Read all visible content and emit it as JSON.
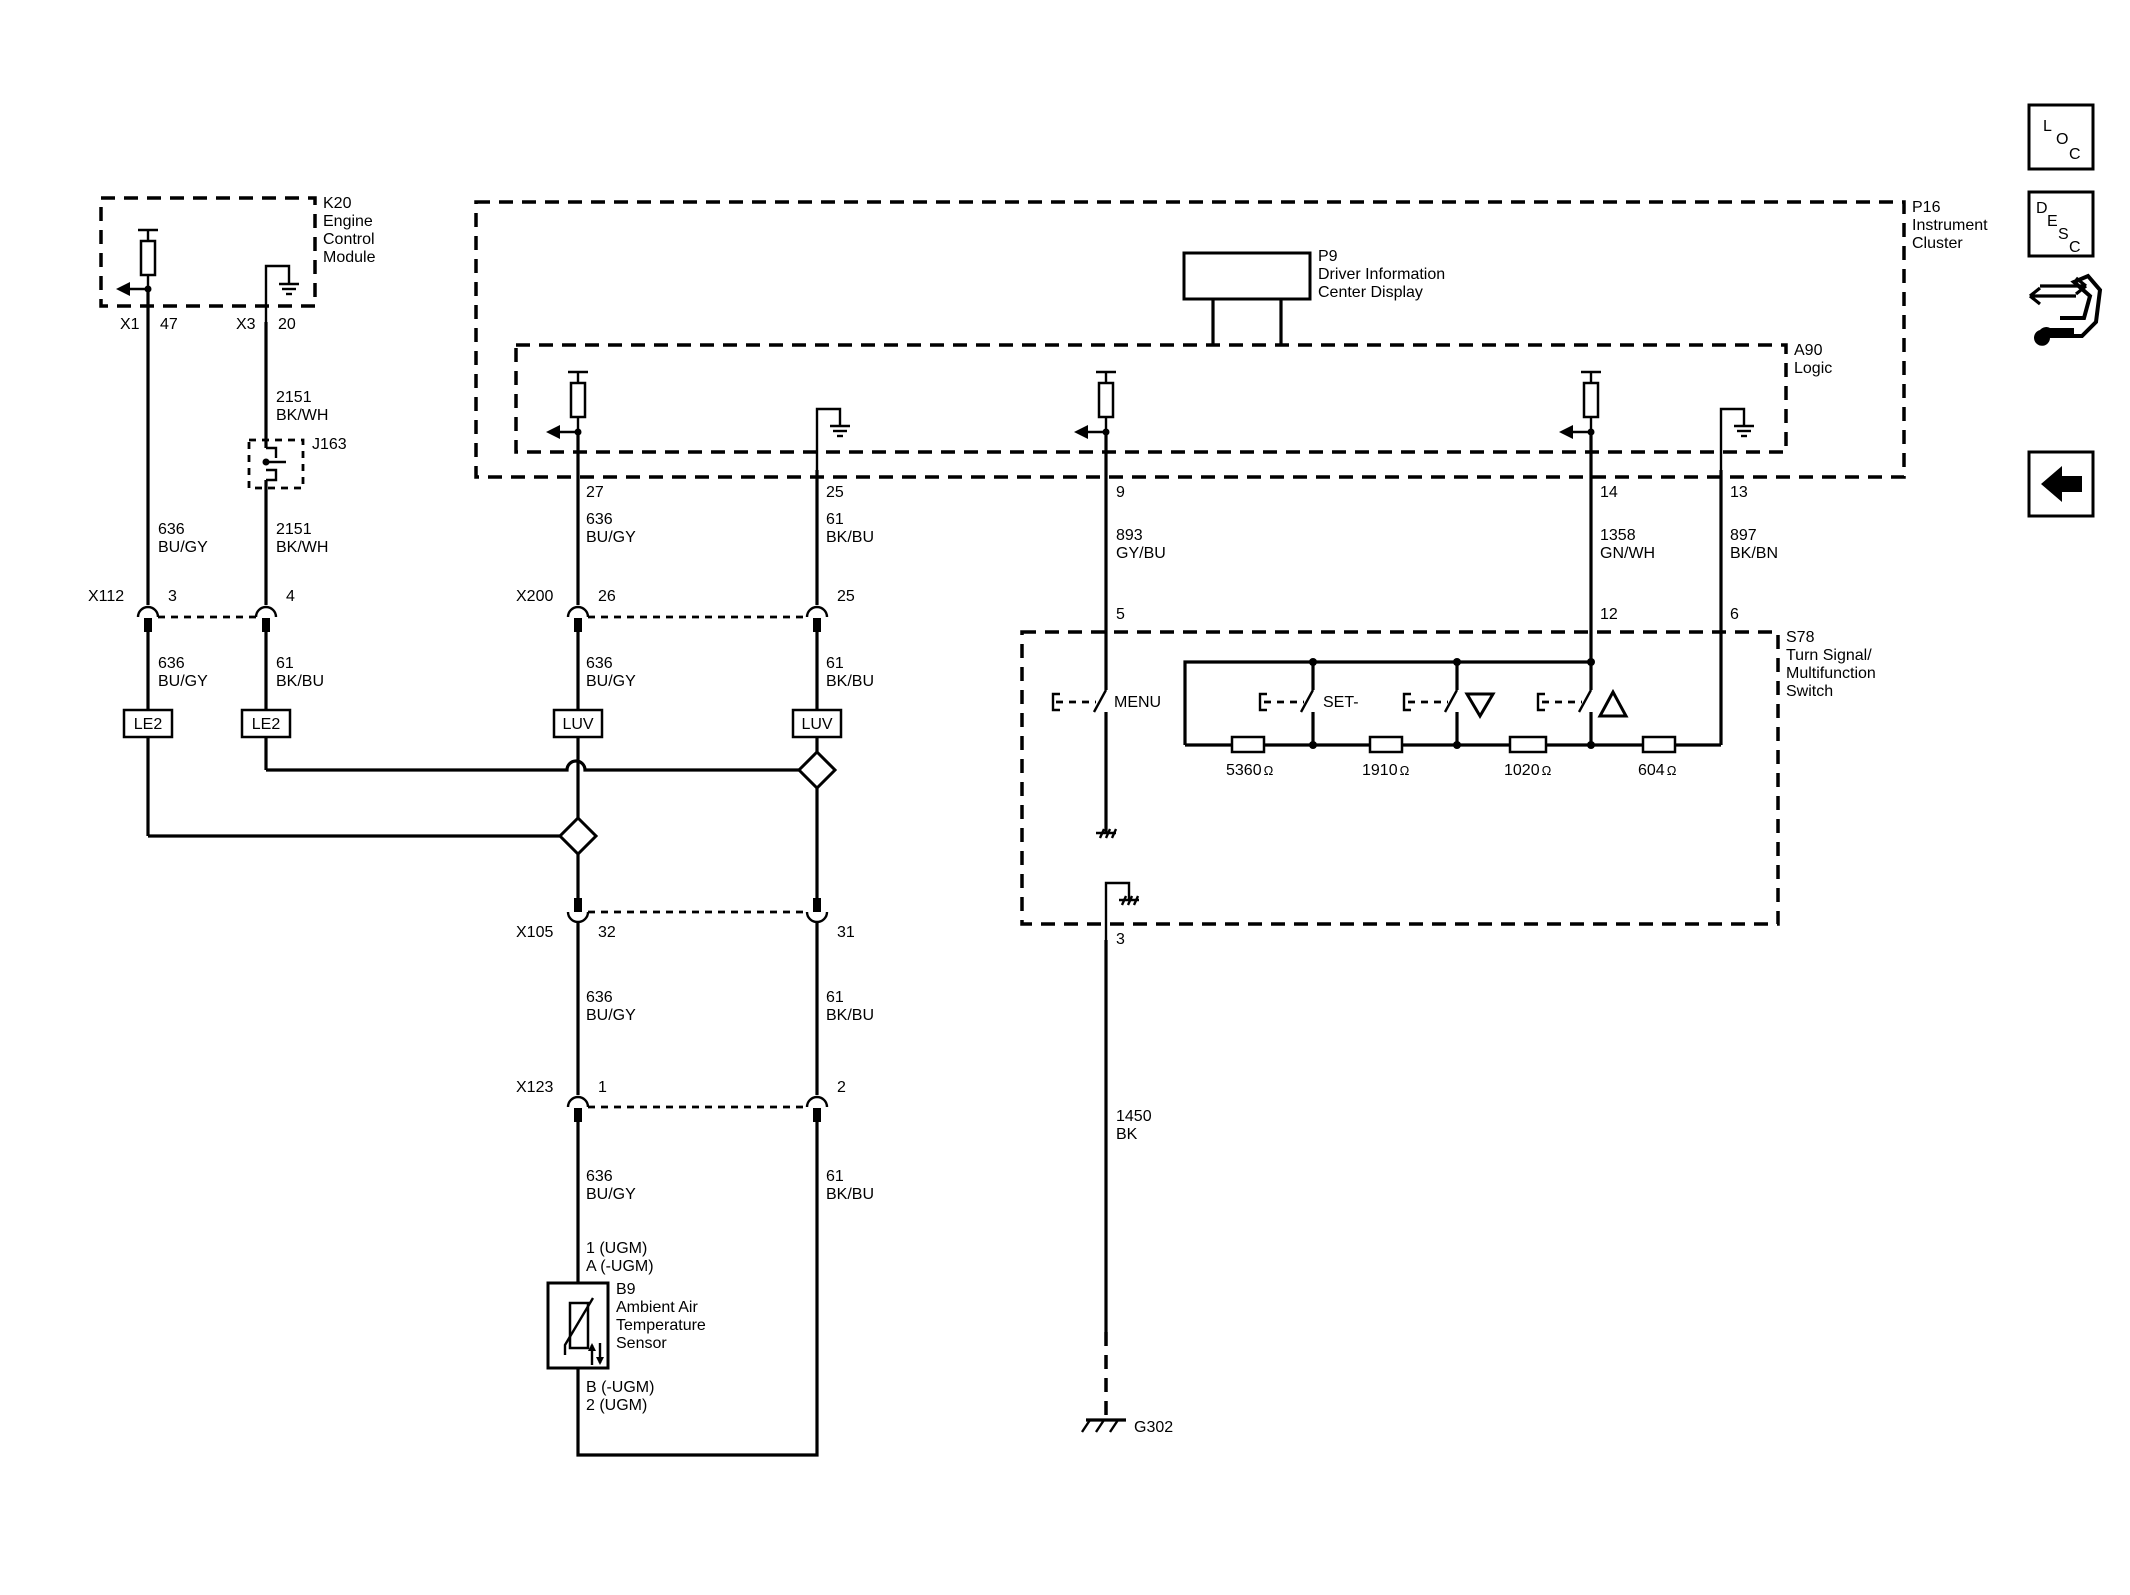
{
  "modules": {
    "k20": {
      "id": "K20",
      "lines": [
        "Engine",
        "Control",
        "Module"
      ]
    },
    "p16": {
      "id": "P16",
      "lines": [
        "Instrument",
        "Cluster"
      ]
    },
    "p9": {
      "id": "P9",
      "lines": [
        "Driver Information",
        "Center Display"
      ]
    },
    "a90": {
      "id": "A90",
      "lines": [
        "Logic"
      ]
    },
    "s78": {
      "id": "S78",
      "lines": [
        "Turn Signal/",
        "Multifunction",
        "Switch"
      ]
    },
    "b9": {
      "id": "B9",
      "lines": [
        "Ambient Air",
        "Temperature",
        "Sensor"
      ]
    },
    "j163": {
      "id": "J163"
    },
    "g302": {
      "id": "G302"
    }
  },
  "connectors": {
    "x1": "X1",
    "x3": "X3",
    "x112": "X112",
    "x200": "X200",
    "x105": "X105",
    "x123": "X123"
  },
  "pins": {
    "k20_x1": "47",
    "k20_x3": "20",
    "x112_a": "3",
    "x112_b": "4",
    "p16_27": "27",
    "p16_25": "25",
    "p16_9": "9",
    "p16_14": "14",
    "p16_13": "13",
    "x200_a": "26",
    "x200_b": "25",
    "s78_5": "5",
    "s78_12": "12",
    "s78_6": "6",
    "s78_3": "3",
    "x105_a": "32",
    "x105_b": "31",
    "x123_a": "1",
    "x123_b": "2",
    "b9_top1": "1 (UGM)",
    "b9_top2": "A  (-UGM)",
    "b9_bot1": "B (-UGM)",
    "b9_bot2": "2 (UGM)"
  },
  "wires": {
    "w_k20_x3": {
      "num": "2151",
      "color": "BK/WH"
    },
    "w_j163_x112": {
      "num": "2151",
      "color": "BK/WH"
    },
    "w_k20_x1": {
      "num": "636",
      "color": "BU/GY"
    },
    "w_x112_3": {
      "num": "636",
      "color": "BU/GY"
    },
    "w_x112_4": {
      "num": "61",
      "color": "BK/BU"
    },
    "w_p16_27": {
      "num": "636",
      "color": "BU/GY"
    },
    "w_p16_25": {
      "num": "61",
      "color": "BK/BU"
    },
    "w_x200_26": {
      "num": "636",
      "color": "BU/GY"
    },
    "w_x200_25": {
      "num": "61",
      "color": "BK/BU"
    },
    "w_p16_9": {
      "num": "893",
      "color": "GY/BU"
    },
    "w_p16_14": {
      "num": "1358",
      "color": "GN/WH"
    },
    "w_p16_13": {
      "num": "897",
      "color": "BK/BN"
    },
    "w_x105_32": {
      "num": "636",
      "color": "BU/GY"
    },
    "w_x105_31": {
      "num": "61",
      "color": "BK/BU"
    },
    "w_x123_1": {
      "num": "636",
      "color": "BU/GY"
    },
    "w_x123_2": {
      "num": "61",
      "color": "BK/BU"
    },
    "w_ground": {
      "num": "1450",
      "color": "BK"
    }
  },
  "splices": {
    "le2a": "LE2",
    "le2b": "LE2",
    "luva": "LUV",
    "luvb": "LUV"
  },
  "switches": {
    "menu": "MENU",
    "set": "SET-"
  },
  "resistors": {
    "r1": "5360",
    "r2": "1910",
    "r3": "1020",
    "r4": "604",
    "unit": "Ω"
  },
  "nav": {
    "loc": {
      "l1": "L",
      "l2": "O",
      "l3": "C"
    },
    "desc": {
      "l1": "D",
      "l2": "E",
      "l3": "S",
      "l4": "C"
    }
  }
}
